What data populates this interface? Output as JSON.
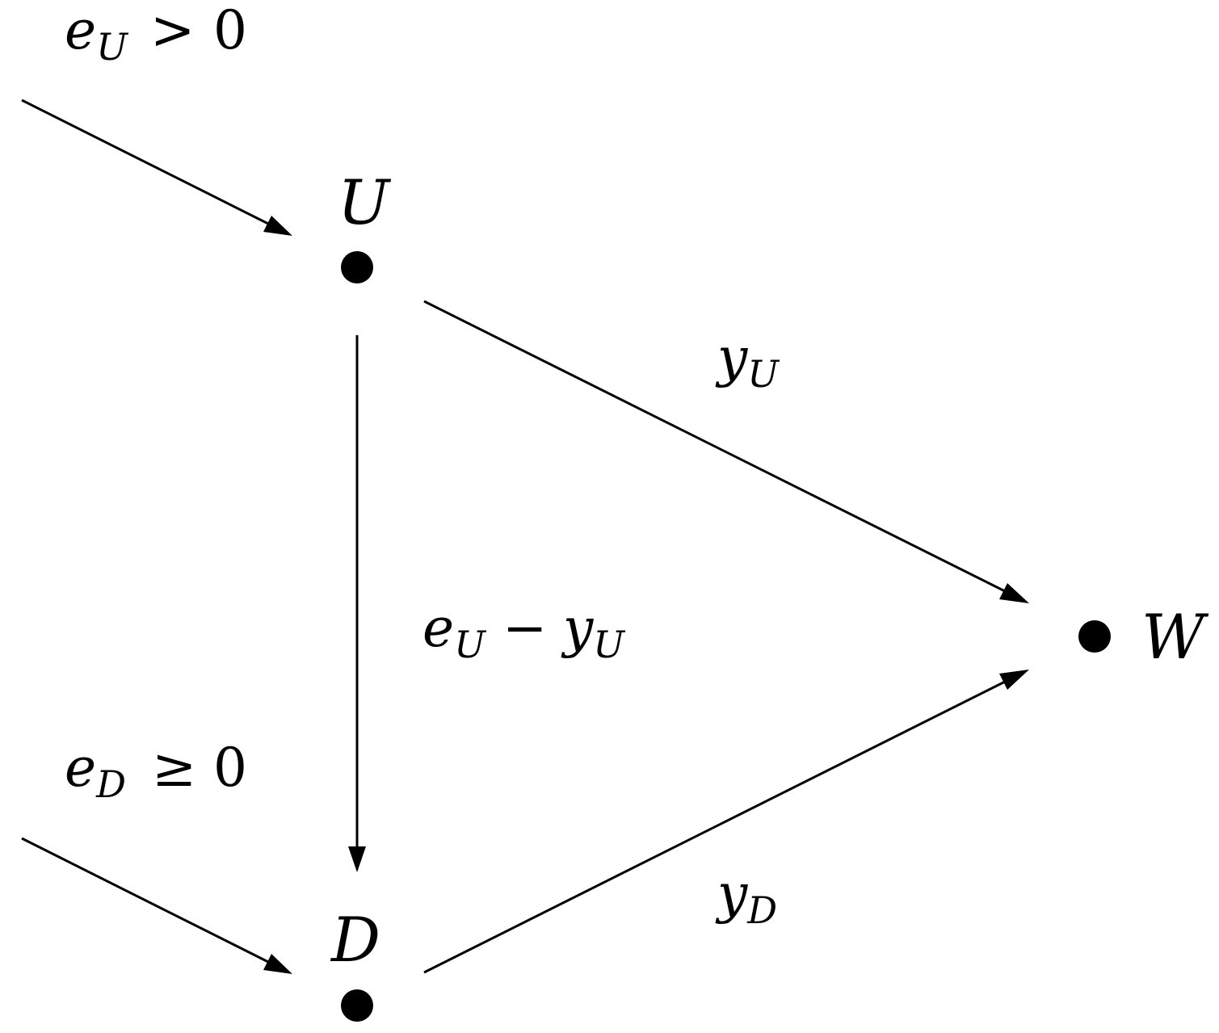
{
  "diagram": {
    "nodes": {
      "U": {
        "label": "U"
      },
      "D": {
        "label": "D"
      },
      "W": {
        "label": "W"
      }
    },
    "edges": {
      "inflow_U": {
        "base": "e",
        "sub": "U",
        "rel": ">",
        "value": "0"
      },
      "inflow_D": {
        "base": "e",
        "sub": "D",
        "rel": "≥",
        "value": "0"
      },
      "U_to_W": {
        "base": "y",
        "sub": "U"
      },
      "D_to_W": {
        "base": "y",
        "sub": "D"
      },
      "U_to_D": {
        "base1": "e",
        "sub1": "U",
        "op": "−",
        "base2": "y",
        "sub2": "U"
      }
    },
    "colors": {
      "ink": "#000000",
      "background": "#ffffff"
    }
  }
}
